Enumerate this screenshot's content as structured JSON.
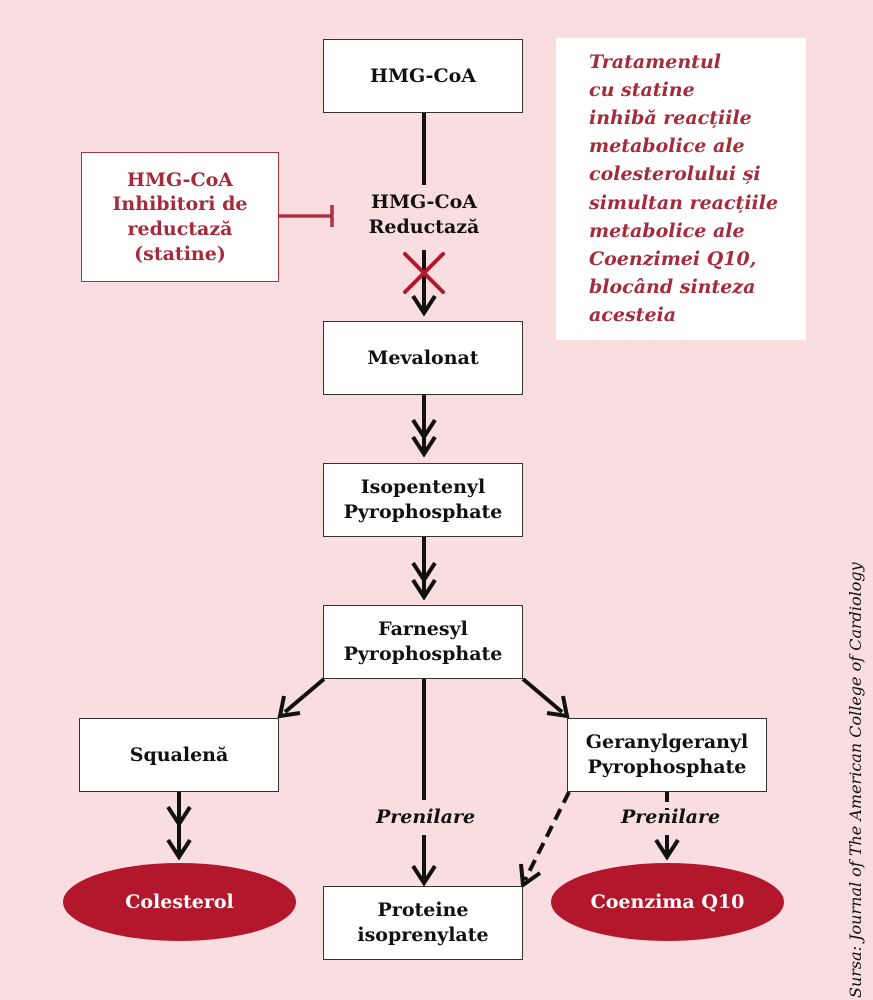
{
  "nodes": {
    "hmg_coa": "HMG-CoA",
    "enzyme": [
      "HMG-CoA",
      "Reductază"
    ],
    "mevalonat": "Mevalonat",
    "ipp": [
      "Isopentenyl",
      "Pyrophosphate"
    ],
    "fpp": [
      "Farnesyl",
      "Pyrophosphate"
    ],
    "squalena": "Squalenă",
    "ggpp": [
      "Geranylgeranyl",
      "Pyrophosphate"
    ],
    "colesterol": "Colesterol",
    "proteine": [
      "Proteine",
      "isoprenylate"
    ],
    "coq10": "Coenzima Q10"
  },
  "inhibitor": [
    "HMG-CoA",
    "Inhibitori de",
    "reductază",
    "(statine)"
  ],
  "note_lines": [
    "Tratamentul",
    "cu statine",
    "inhibă reacțiile",
    "metabolice ale",
    "colesterolului și",
    "simultan reacțiile",
    "metabolice ale",
    "Coenzimei Q10,",
    "blocând sinteza",
    "acesteia"
  ],
  "edge_labels": {
    "prenilare_center": "Prenilare",
    "prenilare_right": "Prenilare"
  },
  "source": "Sursa: Journal of The American College of Cardiology",
  "colors": {
    "background": "#f9dde0",
    "accent": "#a52a3a",
    "oval": "#b3172c",
    "arrow": "#111111"
  }
}
